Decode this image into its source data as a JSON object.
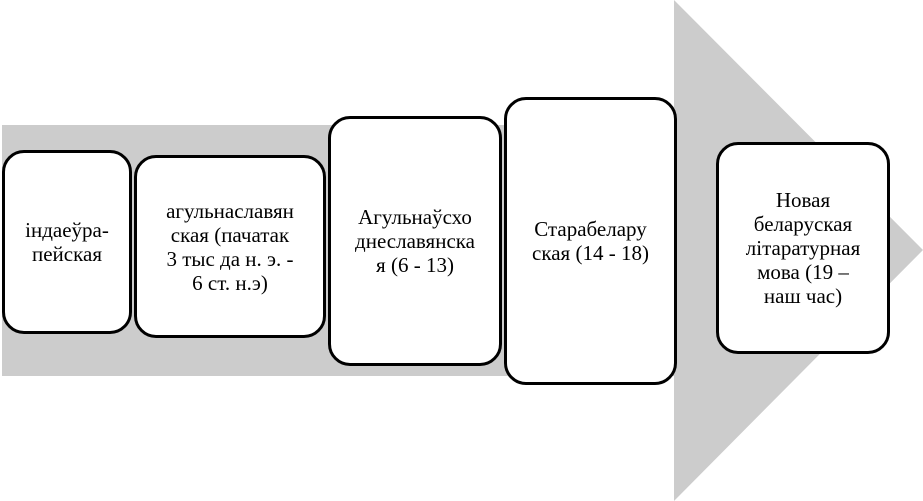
{
  "colors": {
    "arrow": "#cccccc",
    "box_border": "#000000",
    "box_fill": "#ffffff",
    "text": "#000000"
  },
  "stages": [
    {
      "label": "індаеўра-\nпейская"
    },
    {
      "label": "агульнаславян\nская (пачатак\n3 тыс да н. э. -\n6 ст. н.э)"
    },
    {
      "label": "Агульнаўсхо\nднеславянска\nя (6 - 13)"
    },
    {
      "label": "Старабелару\nская (14 - 18)"
    },
    {
      "label": "Новая\nбеларуская\nлітаратурная\nмова (19 –\nнаш час)"
    }
  ]
}
